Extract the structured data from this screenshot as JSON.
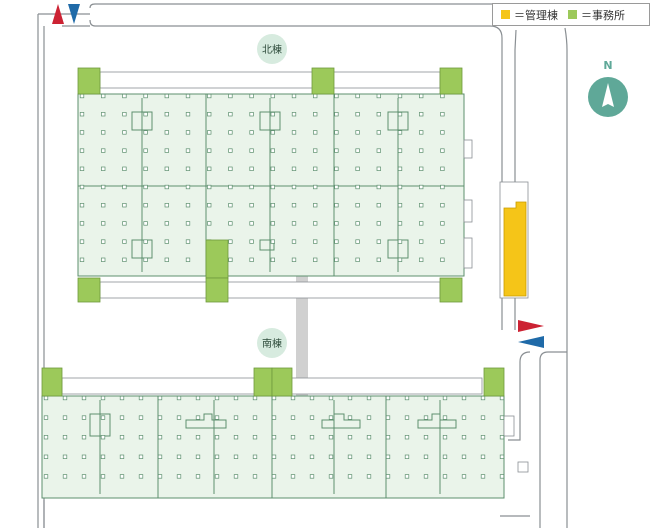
{
  "legend": {
    "admin": {
      "label": "＝管理棟",
      "color": "#f5c518"
    },
    "office": {
      "label": "＝事務所",
      "color": "#9cc95a"
    }
  },
  "buildings": {
    "north": {
      "label": "北棟"
    },
    "south": {
      "label": "南棟"
    }
  },
  "compass": {
    "label": "N",
    "color": "#5fa898"
  },
  "colors": {
    "building_fill": "#eaf4ea",
    "building_line": "#5d8f6e",
    "road_line": "#8a8f93",
    "label_bubble": "#d7ebdf",
    "walkway": "#d0d0d0",
    "entry_arrow": "#cc2233",
    "exit_arrow": "#1f6aa8"
  },
  "icons": [
    "entry-arrow-icon",
    "exit-arrow-icon",
    "compass-icon"
  ]
}
